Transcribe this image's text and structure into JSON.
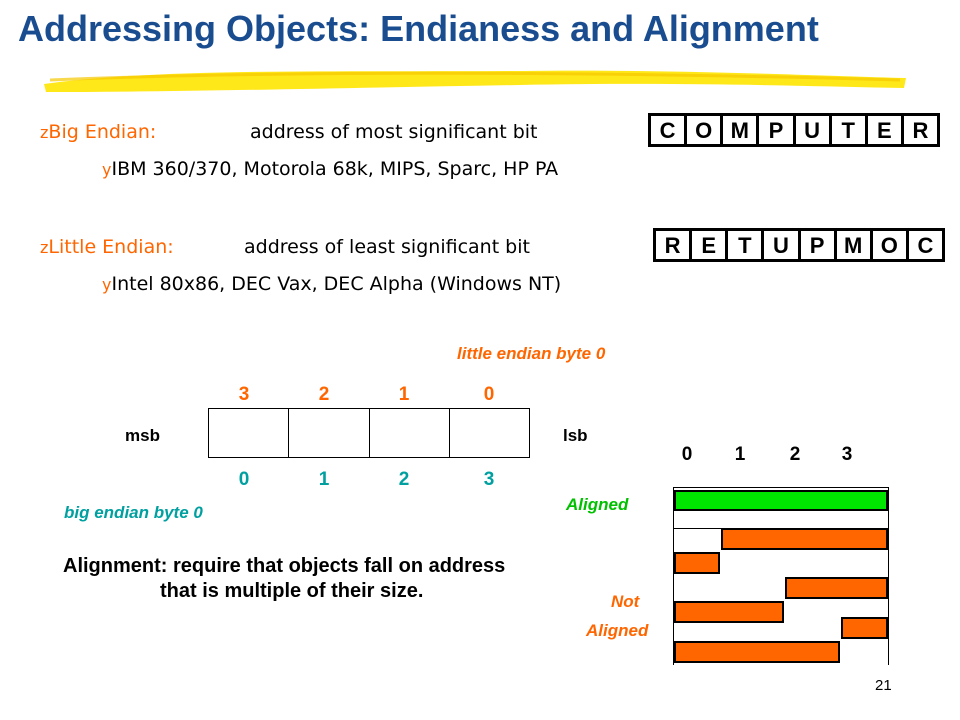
{
  "slide": {
    "title": "Addressing Objects: Endianess and Alignment",
    "page_number": "21"
  },
  "big_endian": {
    "bullet": "z",
    "label": "Big Endian:",
    "desc": "address of most significant bit",
    "sub_bullet": "y",
    "examples": "IBM 360/370, Motorola 68k, MIPS, Sparc, HP PA",
    "letters": [
      "C",
      "O",
      "M",
      "P",
      "U",
      "T",
      "E",
      "R"
    ]
  },
  "little_endian": {
    "bullet": "z",
    "label": "Little Endian:",
    "desc": "address of least significant bit",
    "sub_bullet": "y",
    "examples": "Intel 80x86, DEC Vax, DEC Alpha (Windows NT)",
    "letters": [
      "R",
      "E",
      "T",
      "U",
      "P",
      "M",
      "O",
      "C"
    ]
  },
  "word_diagram": {
    "little_label": "little endian byte 0",
    "big_label": "big endian byte 0",
    "msb": "msb",
    "lsb": "lsb",
    "top_numbers": [
      "3",
      "2",
      "1",
      "0"
    ],
    "bottom_numbers": [
      "0",
      "1",
      "2",
      "3"
    ]
  },
  "alignment": {
    "statement_line1": "Alignment: require that objects fall on address",
    "statement_line2": "that is multiple of  their size.",
    "header_numbers": [
      "0",
      "1",
      "2",
      "3"
    ],
    "aligned_label": "Aligned",
    "not_label": "Not",
    "not_aligned_label": "Aligned",
    "colors": {
      "aligned": "#00e600",
      "not_aligned": "#ff6600"
    }
  }
}
